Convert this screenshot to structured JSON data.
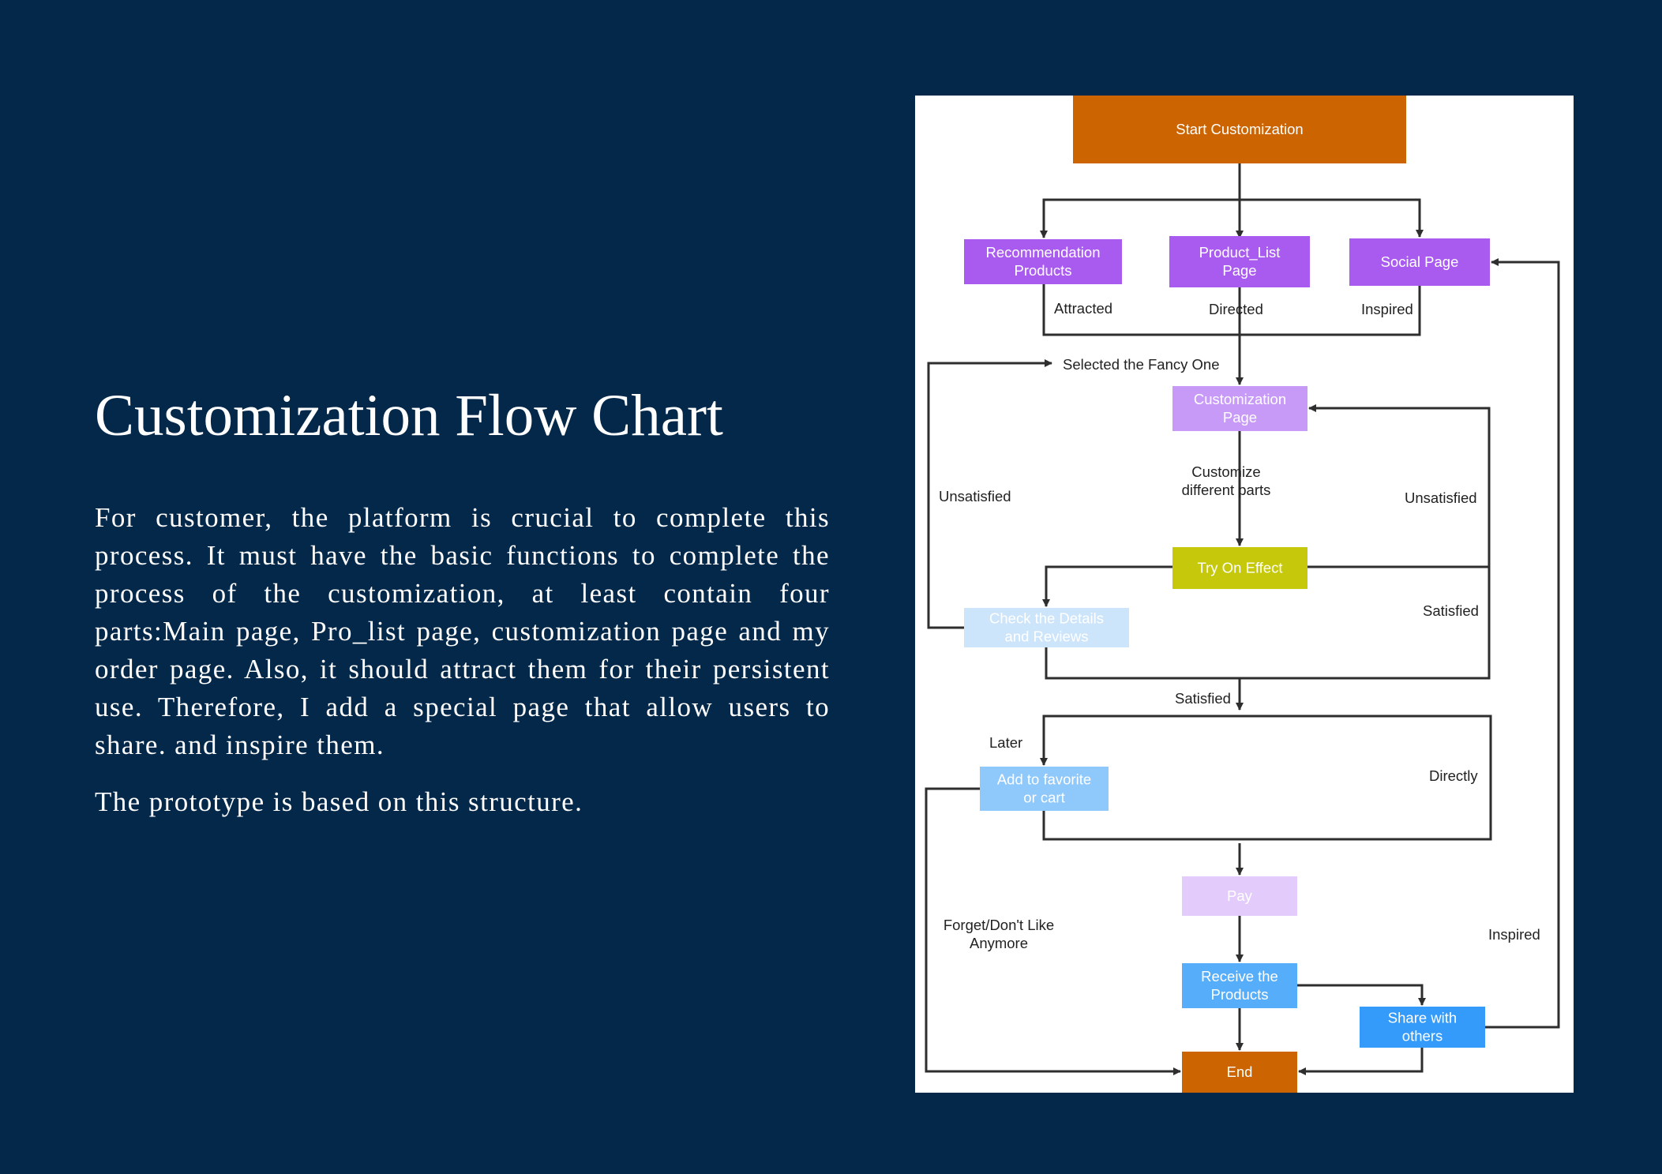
{
  "title": "Customization Flow Chart",
  "paragraphs": [
    "For customer, the platform is crucial to complete this process. It must have the basic functions to complete the process of the customization, at least contain four parts:Main page, Pro_list page, customization page and my order page. Also, it should attract them for their persistent use. Therefore, I add a special page that allow users to share. and inspire them.",
    "The prototype is based on this structure."
  ],
  "colors": {
    "background": "#04284a",
    "panel": "#ffffff",
    "orange": "#cc6402",
    "purple": "#a95aef",
    "light_purple": "#c79af7",
    "yellow_green": "#c6c80b",
    "pale_blue": "#cde5fb",
    "light_blue": "#8fc8fb",
    "lavender": "#e3ccfb",
    "blue": "#56adfa",
    "bright_blue": "#359bfb",
    "edge": "#2e2e2e"
  },
  "flowchart": {
    "nodes": {
      "start": [
        "Start Customization"
      ],
      "recommendation": [
        "Recommendation",
        "Products"
      ],
      "product_list": [
        "Product_List",
        "Page"
      ],
      "social": [
        "Social Page"
      ],
      "customization": [
        "Customization",
        "Page"
      ],
      "try_on": [
        "Try On Effect"
      ],
      "check_details": [
        "Check the Details",
        "and Reviews"
      ],
      "add_favorite": [
        "Add to favorite",
        "or cart"
      ],
      "pay": [
        "Pay"
      ],
      "receive": [
        "Receive the",
        "Products"
      ],
      "share": [
        "Share with",
        "others"
      ],
      "end": [
        "End"
      ]
    },
    "edge_labels": {
      "attracted": [
        "Attracted"
      ],
      "directed": [
        "Directed"
      ],
      "inspired_top": [
        "Inspired"
      ],
      "selected": [
        "Selected the Fancy One"
      ],
      "unsatisfied_left": [
        "Unsatisfied"
      ],
      "unsatisfied_right": [
        "Unsatisfied"
      ],
      "customize_parts": [
        "Customize",
        "different parts"
      ],
      "satisfied_right": [
        "Satisfied"
      ],
      "satisfied_mid": [
        "Satisfied"
      ],
      "later": [
        "Later"
      ],
      "directly": [
        "Directly"
      ],
      "forget": [
        "Forget/Don't Like",
        "Anymore"
      ],
      "inspired_right": [
        "Inspired"
      ]
    }
  }
}
